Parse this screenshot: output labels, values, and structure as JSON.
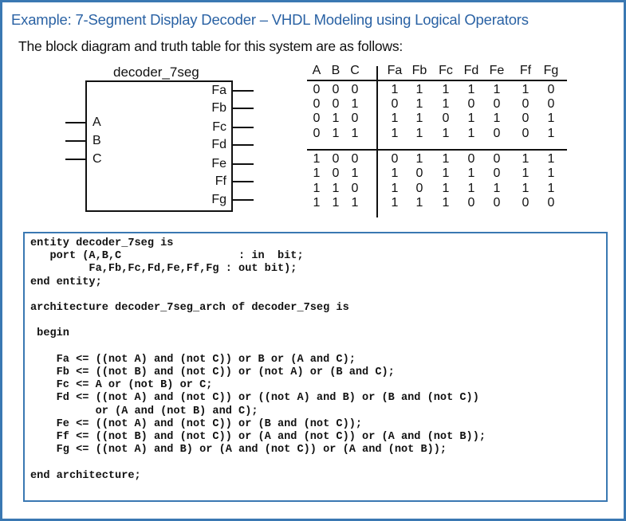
{
  "title": "Example: 7-Segment Display Decoder – VHDL Modeling using Logical Operators",
  "subtitle": "The block diagram and truth table for this system are as follows:",
  "colors": {
    "accent": "#3a78b2",
    "title": "#2a62a4",
    "text": "#111111"
  },
  "block_diagram": {
    "name": "decoder_7seg",
    "inputs": [
      "A",
      "B",
      "C"
    ],
    "outputs": [
      "Fa",
      "Fb",
      "Fc",
      "Fd",
      "Fe",
      "Ff",
      "Fg"
    ]
  },
  "truth_table": {
    "headers": [
      "A",
      "B",
      "C",
      "Fa",
      "Fb",
      "Fc",
      "Fd",
      "Fe",
      "Ff",
      "Fg"
    ],
    "rows": [
      [
        "0",
        "0",
        "0",
        "1",
        "1",
        "1",
        "1",
        "1",
        "1",
        "0"
      ],
      [
        "0",
        "0",
        "1",
        "0",
        "1",
        "1",
        "0",
        "0",
        "0",
        "0"
      ],
      [
        "0",
        "1",
        "0",
        "1",
        "1",
        "0",
        "1",
        "1",
        "0",
        "1"
      ],
      [
        "0",
        "1",
        "1",
        "1",
        "1",
        "1",
        "1",
        "0",
        "0",
        "1"
      ],
      [
        "1",
        "0",
        "0",
        "0",
        "1",
        "1",
        "0",
        "0",
        "1",
        "1"
      ],
      [
        "1",
        "0",
        "1",
        "1",
        "0",
        "1",
        "1",
        "0",
        "1",
        "1"
      ],
      [
        "1",
        "1",
        "0",
        "1",
        "0",
        "1",
        "1",
        "1",
        "1",
        "1"
      ],
      [
        "1",
        "1",
        "1",
        "1",
        "1",
        "1",
        "0",
        "0",
        "0",
        "0"
      ]
    ]
  },
  "code": {
    "lines": [
      "entity decoder_7seg is",
      "   port (A,B,C                  : in  bit;",
      "         Fa,Fb,Fc,Fd,Fe,Ff,Fg : out bit);",
      "end entity;",
      "",
      "architecture decoder_7seg_arch of decoder_7seg is",
      "",
      " begin",
      "",
      "    Fa <= ((not A) and (not C)) or B or (A and C);",
      "    Fb <= ((not B) and (not C)) or (not A) or (B and C);",
      "    Fc <= A or (not B) or C;",
      "    Fd <= ((not A) and (not C)) or ((not A) and B) or (B and (not C))",
      "          or (A and (not B) and C);",
      "    Fe <= ((not A) and (not C)) or (B and (not C));",
      "    Ff <= ((not B) and (not C)) or (A and (not C)) or (A and (not B));",
      "    Fg <= ((not A) and B) or (A and (not C)) or (A and (not B));",
      "",
      "end architecture;"
    ]
  }
}
